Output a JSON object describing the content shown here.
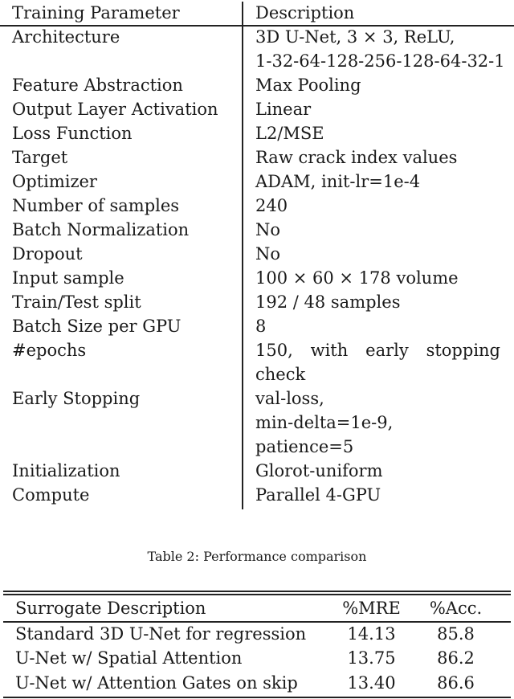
{
  "table1": {
    "headers": [
      "Training Parameter",
      "Description"
    ],
    "rows": [
      {
        "param": "Architecture",
        "desc": [
          "3D U-Net, 3 × 3, ReLU,",
          "1-32-64-128-256-128-64-32-1"
        ]
      },
      {
        "param": "Feature Abstraction",
        "desc": [
          "Max Pooling"
        ]
      },
      {
        "param": "Output Layer Activation",
        "desc": [
          "Linear"
        ]
      },
      {
        "param": "Loss Function",
        "desc": [
          "L2/MSE"
        ]
      },
      {
        "param": "Target",
        "desc": [
          "Raw crack index values"
        ]
      },
      {
        "param": "Optimizer",
        "desc": [
          "ADAM, init-lr=1e-4"
        ]
      },
      {
        "param": "Number of samples",
        "desc": [
          "240"
        ]
      },
      {
        "param": "Batch Normalization",
        "desc": [
          "No"
        ]
      },
      {
        "param": "Dropout",
        "desc": [
          "No"
        ]
      },
      {
        "param": "Input sample",
        "desc": [
          "100 × 60 × 178 volume"
        ]
      },
      {
        "param": "Train/Test split",
        "desc": [
          "192 / 48 samples"
        ]
      },
      {
        "param": "Batch Size per GPU",
        "desc": [
          "8"
        ]
      },
      {
        "param": "#epochs",
        "desc": [
          "150, with early stopping",
          "check"
        ]
      },
      {
        "param": "Early Stopping",
        "desc": [
          "val-loss,",
          "min-delta=1e-9,",
          "patience=5"
        ]
      },
      {
        "param": "Initialization",
        "desc": [
          "Glorot-uniform"
        ]
      },
      {
        "param": "Compute",
        "desc": [
          "Parallel 4-GPU"
        ]
      }
    ]
  },
  "table2": {
    "caption": "Table 2: Performance comparison",
    "headers": [
      "Surrogate Description",
      "%MRE",
      "%Acc."
    ],
    "rows": [
      [
        "Standard 3D U-Net for regression",
        "14.13",
        "85.8"
      ],
      [
        "U-Net w/ Spatial Attention",
        "13.75",
        "86.2"
      ],
      [
        "U-Net w/ Attention Gates on skip",
        "13.40",
        "86.6"
      ]
    ]
  }
}
